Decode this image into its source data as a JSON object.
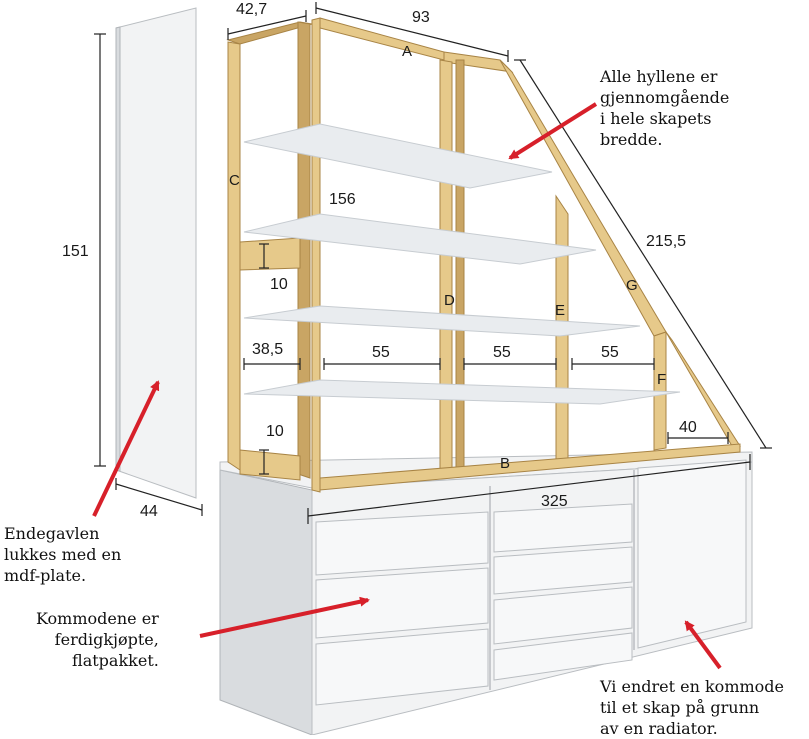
{
  "colors": {
    "wood": "#e6c98a",
    "wood_dark": "#c9a564",
    "wood_edge": "#a88445",
    "shelf": "#e9ecef",
    "shelf_shadow": "#c7ccd1",
    "panel": "#f2f3f4",
    "panel_side": "#d9dcdf",
    "line": "#222222",
    "arrow": "#d7202a"
  },
  "dimensions": {
    "depth_top": "42,7",
    "width_top": "93",
    "height_frame": "156",
    "diagonal": "215,5",
    "end_panel_height": "151",
    "end_panel_depth": "44",
    "rail_upper": "10",
    "rail_lower": "10",
    "side_span": "38,5",
    "span_1": "55",
    "span_2": "55",
    "span_3": "55",
    "end_span": "40",
    "total_width": "325"
  },
  "part_labels": {
    "a": "A",
    "b": "B",
    "c": "C",
    "d": "D",
    "e": "E",
    "f": "F",
    "g": "G"
  },
  "notes": {
    "shelves": "Alle hyllene er\ngjennomgående\ni hele skapets\nbredde.",
    "end_panel": "Endegavlen\nlukkes med en\nmdf-plate.",
    "dressers": "Kommodene er\nferdigkjøpte,\nflatpakket.",
    "radiator": "Vi endret en kommode\ntil et skap på grunn\nav en radiator."
  }
}
